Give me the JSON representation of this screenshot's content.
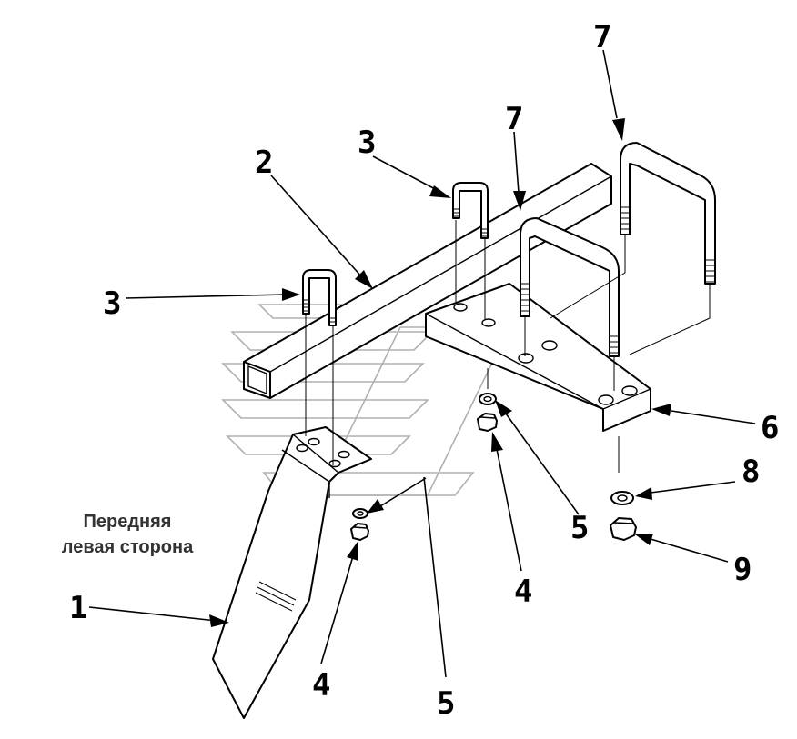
{
  "caption": {
    "line1": "Передняя",
    "line2": "левая сторона"
  },
  "callouts": {
    "c1": "1",
    "c2": "2",
    "c3a": "3",
    "c3b": "3",
    "c4a": "4",
    "c4b": "4",
    "c5a": "5",
    "c5b": "5",
    "c6": "6",
    "c7a": "7",
    "c7b": "7",
    "c8": "8",
    "c9": "9"
  },
  "colors": {
    "line": "#000000",
    "watermark": "#b0b0b0",
    "caption": "#333333"
  }
}
